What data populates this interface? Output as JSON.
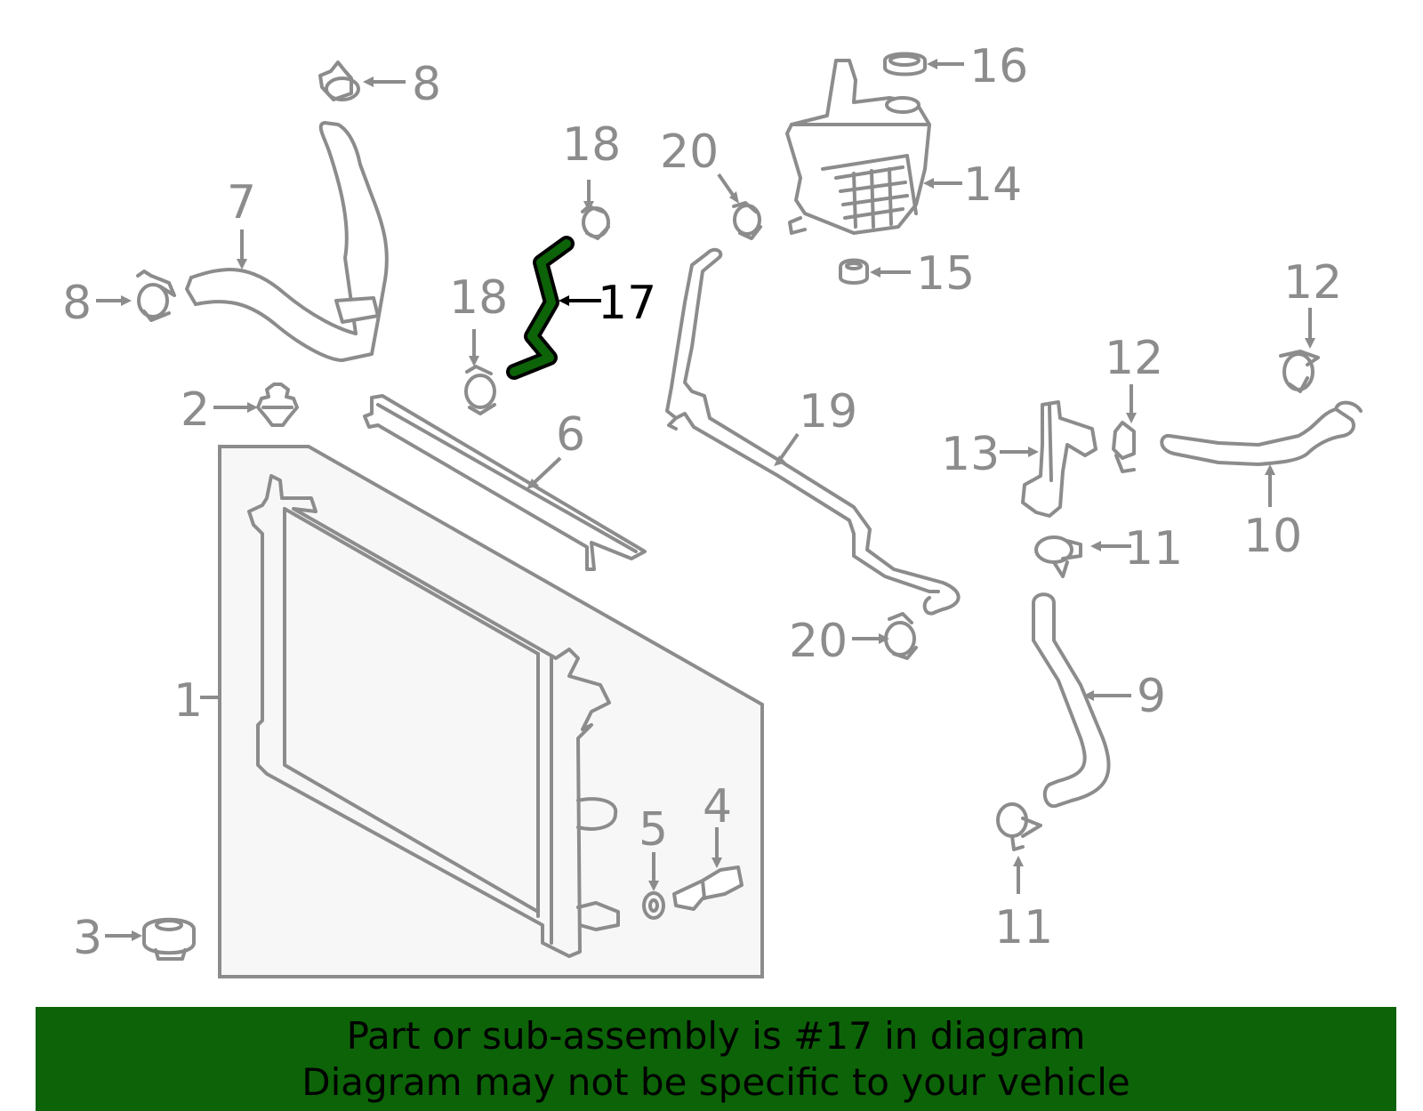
{
  "diagram": {
    "highlight_color": "#0d6308",
    "line_color": "#8c8c8c",
    "callouts": [
      {
        "id": "c1",
        "label": "1"
      },
      {
        "id": "c2",
        "label": "2"
      },
      {
        "id": "c3",
        "label": "3"
      },
      {
        "id": "c4",
        "label": "4"
      },
      {
        "id": "c5",
        "label": "5"
      },
      {
        "id": "c6",
        "label": "6"
      },
      {
        "id": "c7",
        "label": "7"
      },
      {
        "id": "c8a",
        "label": "8"
      },
      {
        "id": "c8b",
        "label": "8"
      },
      {
        "id": "c9",
        "label": "9"
      },
      {
        "id": "c10",
        "label": "10"
      },
      {
        "id": "c11a",
        "label": "11"
      },
      {
        "id": "c11b",
        "label": "11"
      },
      {
        "id": "c12a",
        "label": "12"
      },
      {
        "id": "c12b",
        "label": "12"
      },
      {
        "id": "c13",
        "label": "13"
      },
      {
        "id": "c14",
        "label": "14"
      },
      {
        "id": "c15",
        "label": "15"
      },
      {
        "id": "c16",
        "label": "16"
      },
      {
        "id": "c17",
        "label": "17",
        "highlighted": true
      },
      {
        "id": "c18a",
        "label": "18"
      },
      {
        "id": "c18b",
        "label": "18"
      },
      {
        "id": "c19",
        "label": "19"
      },
      {
        "id": "c20a",
        "label": "20"
      },
      {
        "id": "c20b",
        "label": "20"
      }
    ]
  },
  "banner": {
    "background": "#0d6308",
    "line1": "Part or sub-assembly is #17 in diagram",
    "line2": "Diagram may not be specific to your vehicle"
  }
}
